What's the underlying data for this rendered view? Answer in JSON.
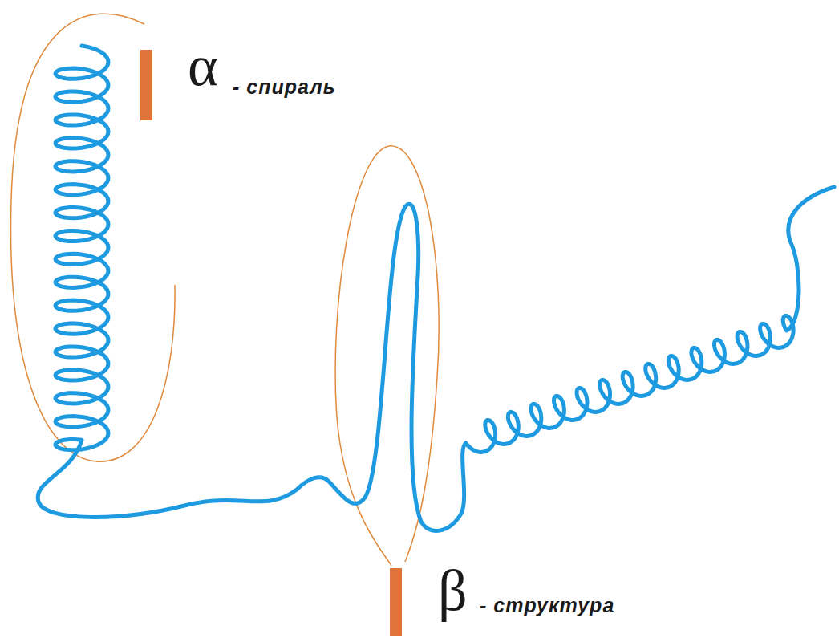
{
  "diagram": {
    "labels": [
      "α",
      "- спираль",
      "β",
      "- структура"
    ]
  }
}
